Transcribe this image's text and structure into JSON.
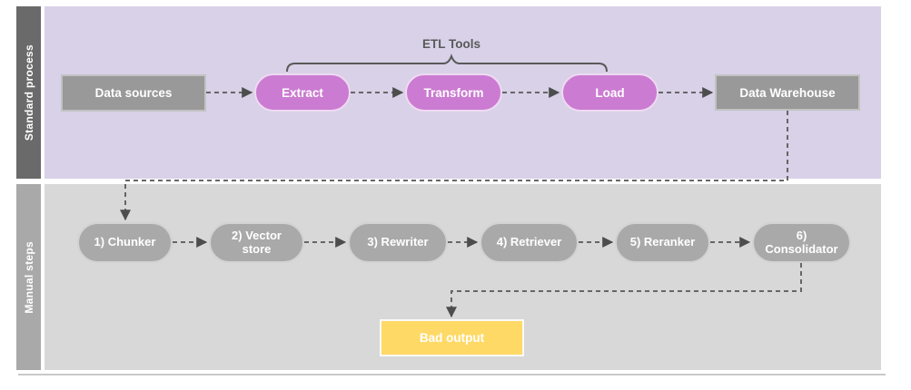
{
  "lanes": [
    {
      "label": "Standard process"
    },
    {
      "label": "Manual steps"
    }
  ],
  "standard_process": {
    "annotation": "ETL Tools",
    "nodes": [
      {
        "id": "data-sources",
        "label": "Data sources",
        "shape": "rectangle"
      },
      {
        "id": "extract",
        "label": "Extract",
        "shape": "pill"
      },
      {
        "id": "transform",
        "label": "Transform",
        "shape": "pill"
      },
      {
        "id": "load",
        "label": "Load",
        "shape": "pill"
      },
      {
        "id": "data-warehouse",
        "label": "Data Warehouse",
        "shape": "rectangle"
      }
    ]
  },
  "manual_steps": {
    "nodes": [
      {
        "label": "1) Chunker"
      },
      {
        "label": "2) Vector store"
      },
      {
        "label": "3) Rewriter"
      },
      {
        "label": "4) Retriever"
      },
      {
        "label": "5) Reranker"
      },
      {
        "label": "6) Consolidator"
      }
    ],
    "output": {
      "label": "Bad output"
    }
  },
  "colors": {
    "lane1-header": "#6a6a6a",
    "lane1-bg": "#d8d1e8",
    "lane2-header": "#a9a9a9",
    "lane2-bg": "#d8d8d8",
    "etl-pill": "#cb7bd1",
    "etl-pill-border": "#eedaf2",
    "gray-node": "#999999",
    "gray-node-border": "#c2c2c2",
    "step-pill": "#a9a9a9",
    "step-pill-border": "#d2d2d2",
    "bad-output": "#ffd966",
    "bad-output-border": "#fafafa",
    "connector": "#666666",
    "arrowhead": "#4d4d4d",
    "annotation-text": "#595959",
    "divider": "#c9c9c9"
  }
}
